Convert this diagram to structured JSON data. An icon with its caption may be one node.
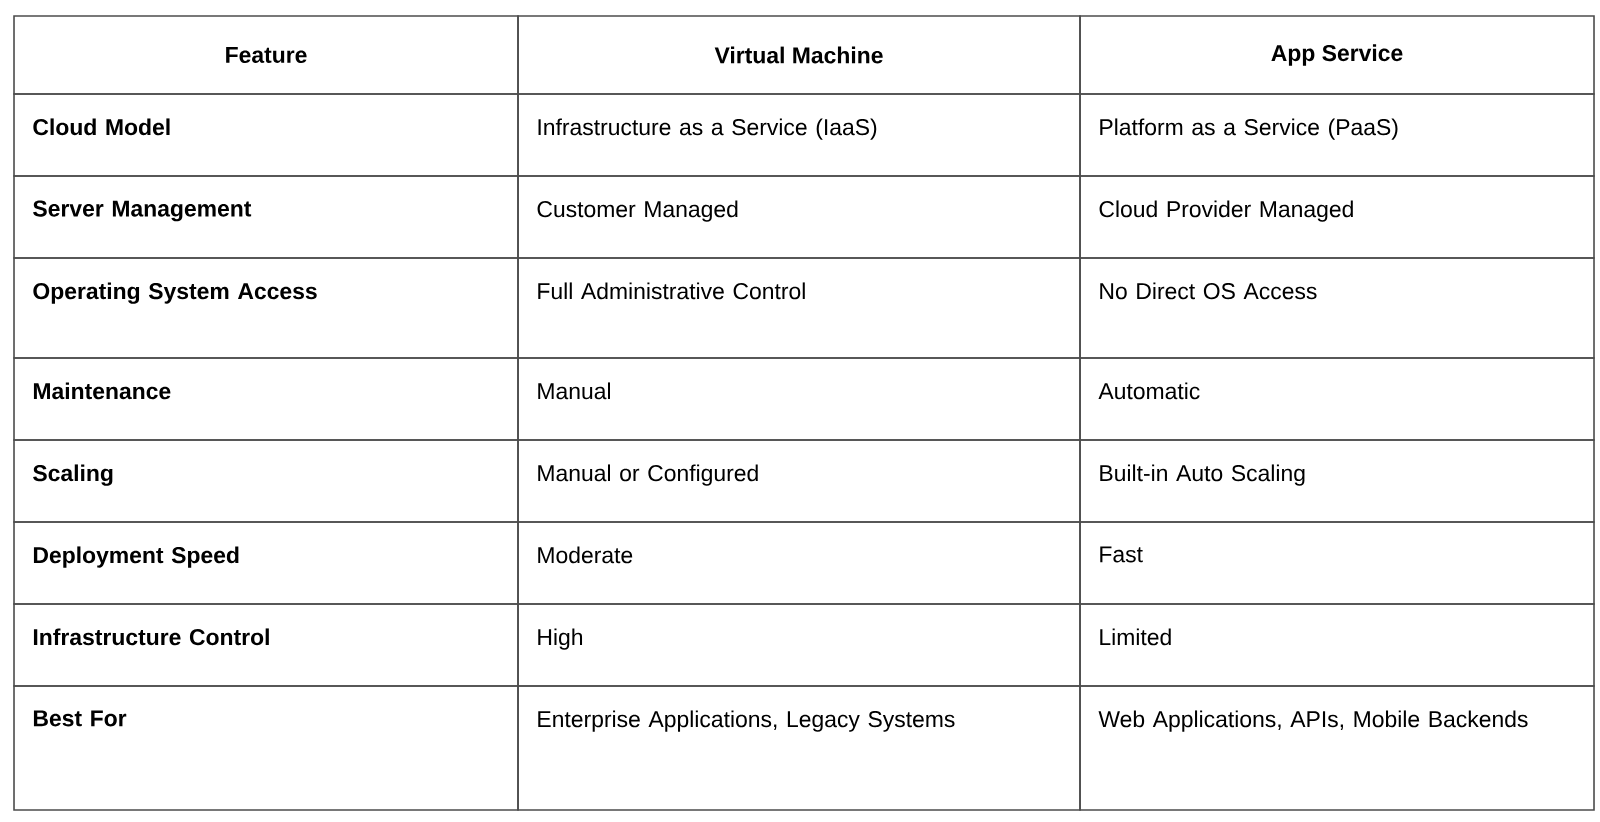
{
  "diagram": {
    "labels": [
      "Feature",
      "Virtual Machine",
      "App Service",
      "Cloud Model",
      "Infrastructure as a Service (IaaS)",
      "Platform as a Service (PaaS)",
      "Server Management",
      "Customer Managed",
      "Cloud Provider Managed",
      "Operating System Access",
      "Full Administrative Control",
      "No Direct OS Access",
      "Maintenance",
      "Manual",
      "Automatic",
      "Scaling",
      "Manual or Configured",
      "Built-in Auto Scaling",
      "Deployment Speed",
      "Moderate",
      "Fast",
      "Infrastructure Control",
      "High",
      "Limited",
      "Best For",
      "Enterprise Applications, Legacy Systems",
      "Web Applications, APIs, Mobile Backends"
    ]
  }
}
